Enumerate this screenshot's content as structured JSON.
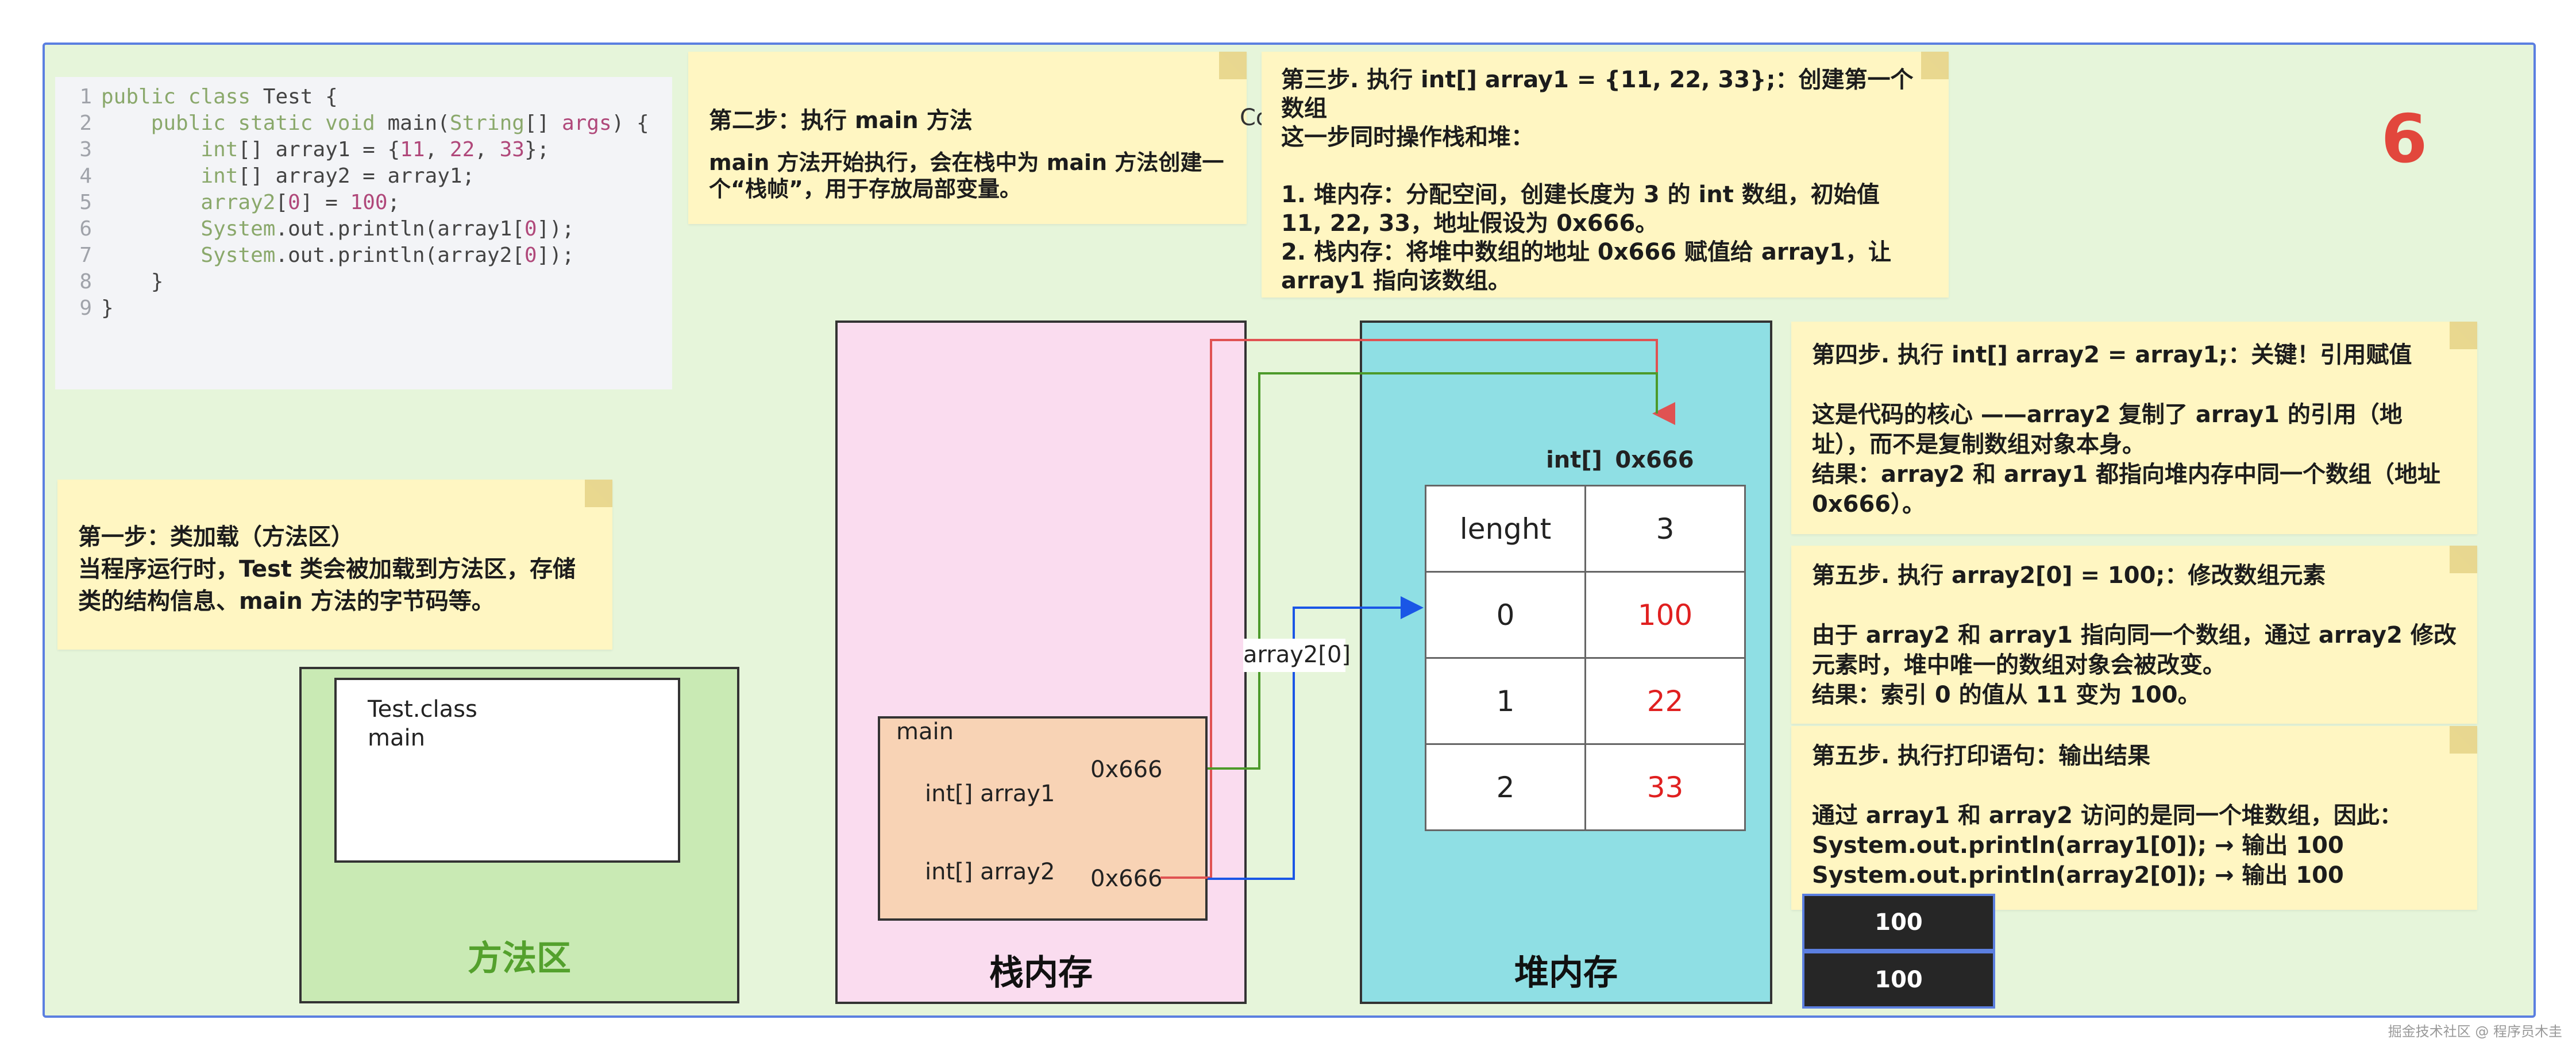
{
  "code": {
    "lines": [
      {
        "no": "1",
        "parts": [
          {
            "c": "k",
            "t": "public class "
          },
          {
            "c": "p",
            "t": "Test {"
          }
        ]
      },
      {
        "no": "2",
        "parts": [
          {
            "c": "k",
            "t": "    public static void "
          },
          {
            "c": "p",
            "t": "main("
          },
          {
            "c": "k",
            "t": "String"
          },
          {
            "c": "p",
            "t": "[] "
          },
          {
            "c": "n",
            "t": "args"
          },
          {
            "c": "p",
            "t": ") {"
          }
        ]
      },
      {
        "no": "3",
        "parts": [
          {
            "c": "k",
            "t": "        int"
          },
          {
            "c": "p",
            "t": "[] array1 = {"
          },
          {
            "c": "n",
            "t": "11"
          },
          {
            "c": "p",
            "t": ", "
          },
          {
            "c": "n",
            "t": "22"
          },
          {
            "c": "p",
            "t": ", "
          },
          {
            "c": "n",
            "t": "33"
          },
          {
            "c": "p",
            "t": "};"
          }
        ]
      },
      {
        "no": "4",
        "parts": [
          {
            "c": "k",
            "t": "        int"
          },
          {
            "c": "p",
            "t": "[] array2 = array1;"
          }
        ]
      },
      {
        "no": "5",
        "parts": [
          {
            "c": "k",
            "t": "        array2"
          },
          {
            "c": "p",
            "t": "["
          },
          {
            "c": "n",
            "t": "0"
          },
          {
            "c": "p",
            "t": "] = "
          },
          {
            "c": "n",
            "t": "100"
          },
          {
            "c": "p",
            "t": ";"
          }
        ]
      },
      {
        "no": "6",
        "parts": [
          {
            "c": "k",
            "t": "        System"
          },
          {
            "c": "p",
            "t": ".out.println(array1["
          },
          {
            "c": "n",
            "t": "0"
          },
          {
            "c": "p",
            "t": "]);"
          }
        ]
      },
      {
        "no": "7",
        "parts": [
          {
            "c": "k",
            "t": "        System"
          },
          {
            "c": "p",
            "t": ".out.println(array2["
          },
          {
            "c": "n",
            "t": "0"
          },
          {
            "c": "p",
            "t": "]);"
          }
        ]
      },
      {
        "no": "8",
        "parts": [
          {
            "c": "p",
            "t": "    }"
          }
        ]
      },
      {
        "no": "9",
        "parts": [
          {
            "c": "p",
            "t": "}"
          }
        ]
      }
    ]
  },
  "notes": {
    "step1": "第一步：类加载（方法区）\n当程序运行时，Test 类会被加载到方法区，存储类的结构信息、main 方法的字节码等。",
    "step2_title": "第二步：执行 main 方法",
    "step2_body": "main 方法开始执行，会在栈中为 main 方法创建一个“栈帧”，用于存放局部变量。",
    "step3": "第三步. 执行 int[] array1 = {11, 22, 33};：创建第一个数组\n这一步同时操作栈和堆：\n\n1. 堆内存：分配空间，创建长度为 3 的 int 数组，初始值 11, 22, 33，地址假设为 0x666。\n2. 栈内存：将堆中数组的地址 0x666 赋值给 array1，让 array1 指向该数组。",
    "step4": "第四步. 执行 int[] array2 = array1;：关键！引用赋值\n\n这是代码的核心 ——array2 复制了 array1 的引用（地址），而不是复制数组对象本身。\n结果：array2 和 array1 都指向堆内存中同一个数组（地址 0x666）。",
    "step5a": "第五步. 执行 array2[0] = 100;：修改数组元素\n\n由于 array2 和 array1 指向同一个数组，通过 array2 修改元素时，堆中唯一的数组对象会被改变。\n结果：索引 0 的值从 11 变为 100。",
    "step5b": "第五步. 执行打印语句：输出结果\n\n通过 array1 和 array2 访问的是同一个堆数组，因此：\nSystem.out.println(array1[0]); → 输出 100\nSystem.out.println(array2[0]); → 输出 100"
  },
  "step_number": "6",
  "method_area": {
    "title": "方法区",
    "class_name": "Test.class",
    "method_name": "main"
  },
  "stack": {
    "title": "栈内存",
    "frame_label": "main",
    "var1_label": "int[] array1",
    "var1_value": "0x666",
    "var2_label": "int[] array2",
    "var2_value": "0x666"
  },
  "heap": {
    "title": "堆内存",
    "type_label": "int[]",
    "address": "0x666",
    "rows": [
      {
        "key": "lenght",
        "value": "3"
      },
      {
        "key": "0",
        "value": "100"
      },
      {
        "key": "1",
        "value": "22"
      },
      {
        "key": "2",
        "value": "33"
      }
    ]
  },
  "arrow_label": "array2[0]",
  "fragment": "Co",
  "outputs": [
    "100",
    "100"
  ],
  "credit": "掘金技术社区 @ 程序员木圭",
  "colors": {
    "array1_ref": "#4c9a2a",
    "array2_ref": "#e05252",
    "write_ref": "#1a56e6",
    "accent_number": "#e2473c"
  }
}
